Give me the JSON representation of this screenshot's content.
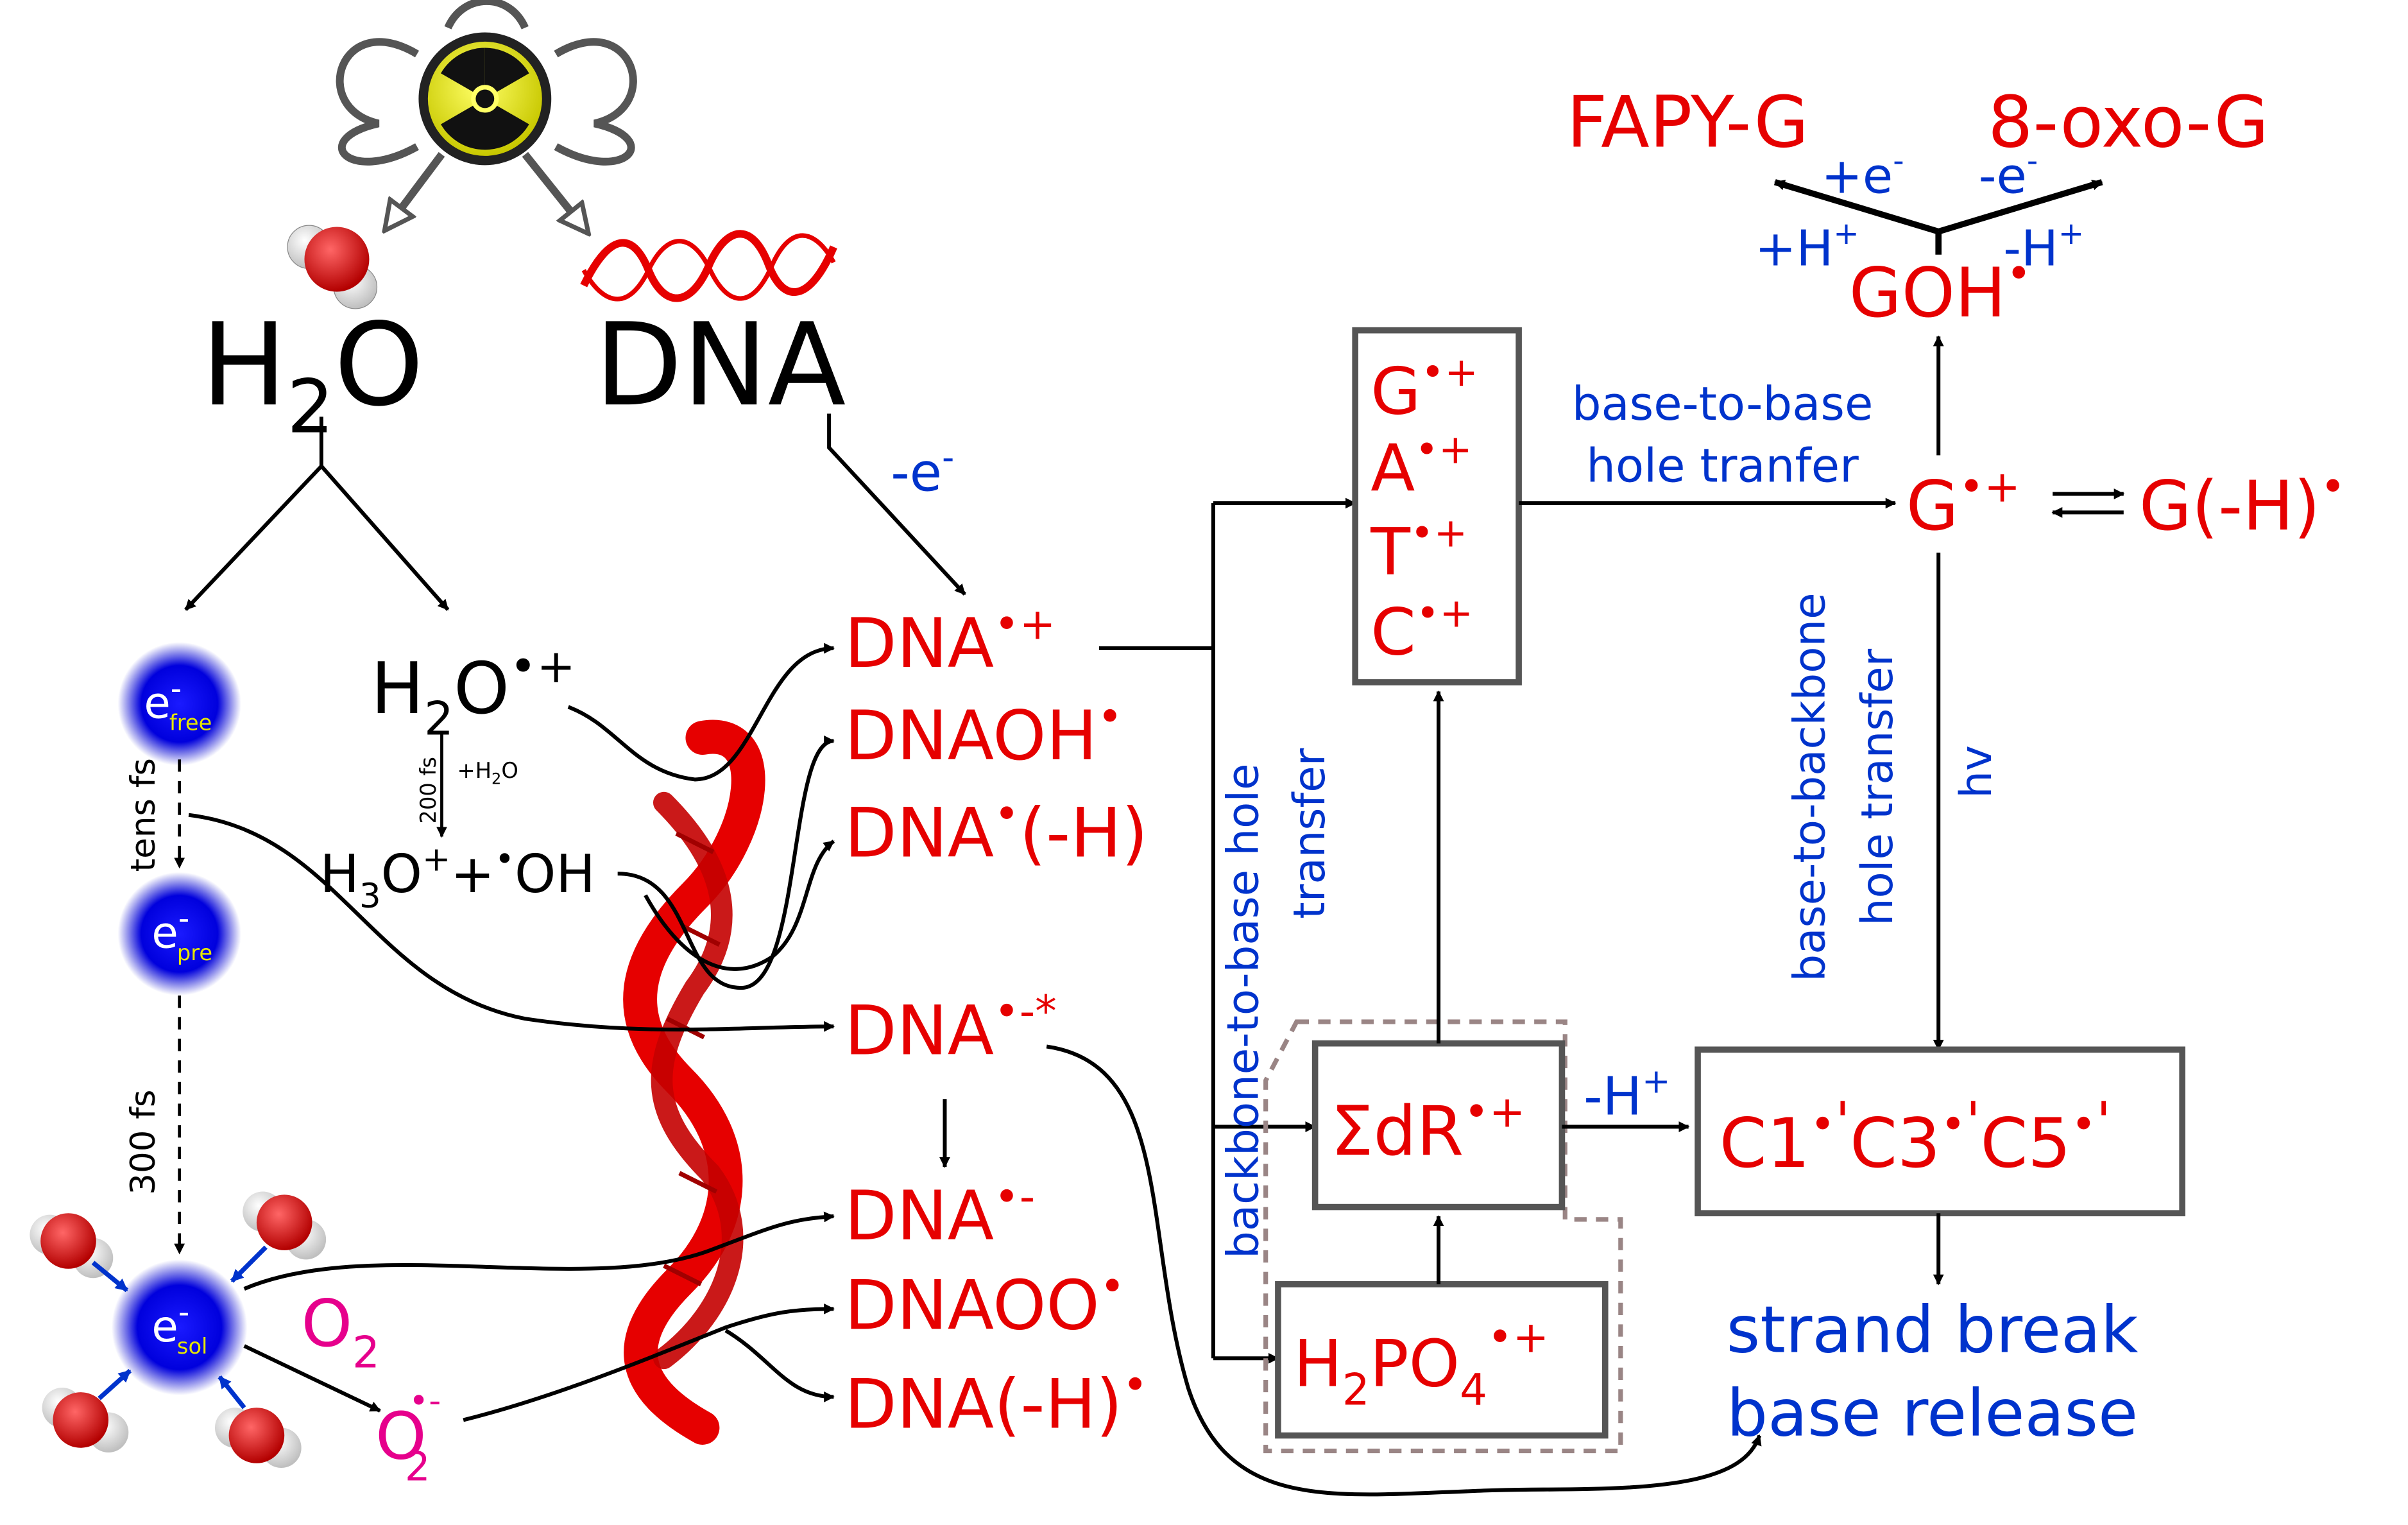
{
  "colors": {
    "red": "#e60000",
    "blue": "#0033cc",
    "magenta": "#e6008c",
    "black": "#000000",
    "box": "#555555",
    "dashed": "#9a8585",
    "yellow": "#d9d900"
  },
  "source": {
    "radiation_icon": "radiation-hazard-icon",
    "water": {
      "main": "H",
      "sub": "2",
      "end": "O"
    },
    "dna": "DNA"
  },
  "radicals": {
    "h2o_cation": {
      "main": "H",
      "sub": "2",
      "end": "O",
      "sup": "•+"
    },
    "products": {
      "h3o": "H",
      "h3o_sub": "3",
      "h3o_end": "O",
      "plus_sup": "+",
      "plus": "+",
      "dot": "•",
      "oh": "OH"
    },
    "lbl_200fs": "200 fs",
    "lbl_h2o_add": "+H",
    "lbl_h2o_add_sub": "2",
    "lbl_h2o_add_end": "O"
  },
  "electrons": {
    "free": {
      "e": "e",
      "sup": "-",
      "sub": "free"
    },
    "pre": {
      "e": "e",
      "sup": "-",
      "sub": "pre"
    },
    "sol": {
      "e": "e",
      "sup": "-",
      "sub": "sol"
    },
    "tens_fs": "tens fs",
    "fs300": "300 fs"
  },
  "oxygen": {
    "o2": "O",
    "o2_sub": "2",
    "superoxide": "O",
    "superoxide_sub": "2",
    "superoxide_sup": "•-"
  },
  "minus_e": {
    "text": "-e",
    "sup": "-"
  },
  "dna_species": {
    "cation": {
      "main": "DNA",
      "sup": "•+"
    },
    "oh_adduct": {
      "main": "DNAOH",
      "sup": "•"
    },
    "deprot": {
      "main": "DNA",
      "sup": "•",
      "end": "(-H)"
    },
    "excited_anion": {
      "main": "DNA",
      "sup": "•-*"
    },
    "anion": {
      "main": "DNA",
      "sup": "•-"
    },
    "peroxyl": {
      "main": "DNAOO",
      "sup": "•"
    },
    "deprot2": {
      "main": "DNA(-H)",
      "sup": "•"
    }
  },
  "bases_box": [
    {
      "base": "G",
      "sup": "•+"
    },
    {
      "base": "A",
      "sup": "•+"
    },
    {
      "base": "T",
      "sup": "•+"
    },
    {
      "base": "C",
      "sup": "•+"
    }
  ],
  "labels": {
    "base_to_base_1": "base-to-base",
    "base_to_base_2": "hole tranfer",
    "backbone_to_base_1": "backbone-to-base hole",
    "backbone_to_base_2": "transfer",
    "base_to_backbone_1": "base-to-backbone",
    "base_to_backbone_2": "hole transfer",
    "hv": "hv"
  },
  "guanine": {
    "g_cation": {
      "main": "G",
      "sup": "•+"
    },
    "g_deprot": {
      "main": "G(-H)",
      "sup": "•"
    },
    "goh": {
      "main": "GOH",
      "sup": "•"
    },
    "fapy": "FAPY-G",
    "oxo": "8-oxo-G",
    "left_e": "+e",
    "left_e_sup": "-",
    "left_h": "+H",
    "left_h_sup": "+",
    "right_e": "-e",
    "right_e_sup": "-",
    "right_h": "-H",
    "right_h_sup": "+"
  },
  "sugar": {
    "main": "ΣdR",
    "sup": "•+"
  },
  "phosphate": {
    "main": "H",
    "sub": "2",
    "mid": "PO",
    "sub2": "4",
    "sup": "•+"
  },
  "minus_h": {
    "text": "-H",
    "sup": "+"
  },
  "c_radicals": {
    "c1": "C1",
    "c3": "C3",
    "c5": "C5",
    "dot": "•",
    "prime": "'"
  },
  "outcomes": {
    "line1": "strand break",
    "line2": "base release"
  }
}
